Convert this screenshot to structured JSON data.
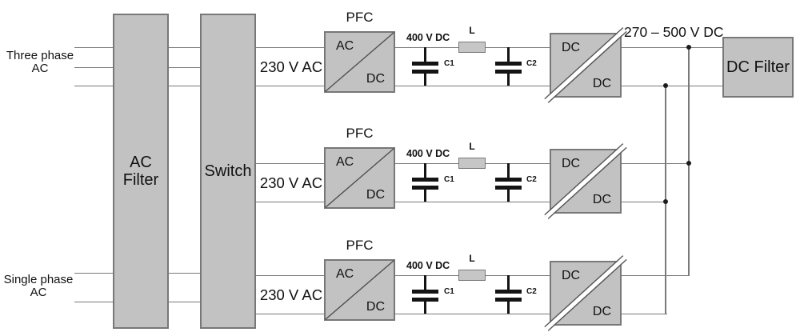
{
  "labels": {
    "three_phase_source": "Three phase\nAC",
    "single_phase_source": "Single phase\nAC",
    "bus_voltage": "270 – 500 V DC"
  },
  "blocks": {
    "ac_filter": "AC\nFilter",
    "switch": "Switch",
    "dc_filter": "DC Filter"
  },
  "rows": [
    {
      "input_voltage": "230 V AC",
      "pfc_title": "PFC",
      "pfc_input": "AC",
      "pfc_output": "DC",
      "dc_link_voltage": "400 V DC",
      "cap1_label": "C1",
      "inductor_label": "L",
      "cap2_label": "C2",
      "dcdc_input": "DC",
      "dcdc_output": "DC"
    },
    {
      "input_voltage": "230 V AC",
      "pfc_title": "PFC",
      "pfc_input": "AC",
      "pfc_output": "DC",
      "dc_link_voltage": "400 V DC",
      "cap1_label": "C1",
      "inductor_label": "L",
      "cap2_label": "C2",
      "dcdc_input": "DC",
      "dcdc_output": "DC"
    },
    {
      "input_voltage": "230 V AC",
      "pfc_title": "PFC",
      "pfc_input": "AC",
      "pfc_output": "DC",
      "dc_link_voltage": "400 V DC",
      "cap1_label": "C1",
      "inductor_label": "L",
      "cap2_label": "C2",
      "dcdc_input": "DC",
      "dcdc_output": "DC"
    }
  ],
  "colors": {
    "block_fill": "#c2c2c2",
    "block_border": "#787878",
    "wire": "#7a7a7a",
    "component_ink": "#141414",
    "background": "#ffffff"
  }
}
